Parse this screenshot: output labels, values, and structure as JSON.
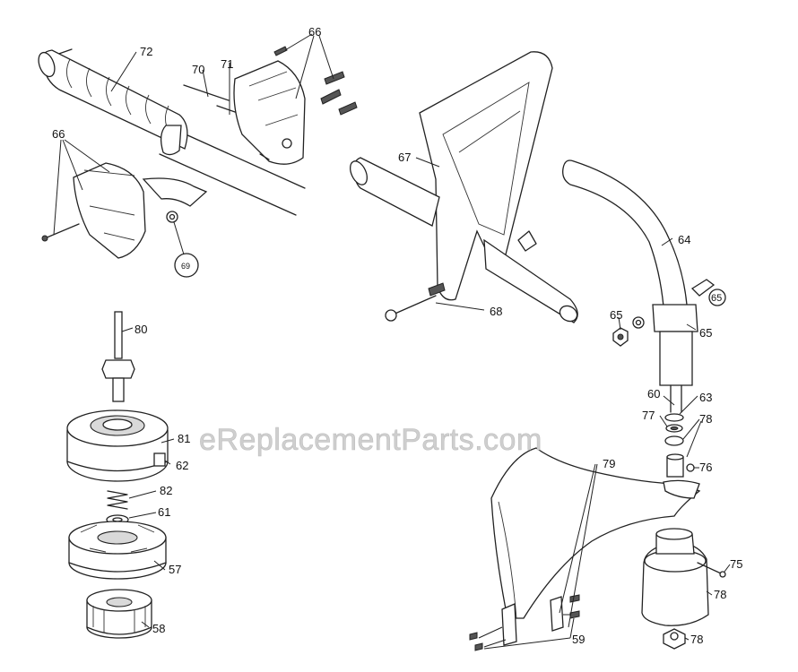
{
  "watermark": "eReplacementParts.com",
  "labels": {
    "p72": "72",
    "p70": "70",
    "p71": "71",
    "p66a": "66",
    "p66b": "66",
    "p69": "69",
    "p67": "67",
    "p64": "64",
    "p68": "68",
    "p65a": "65",
    "p65b": "65",
    "p65c": "65",
    "p80": "80",
    "p81": "81",
    "p62": "62",
    "p82": "82",
    "p61": "61",
    "p57": "57",
    "p58": "58",
    "p60": "60",
    "p63": "63",
    "p77": "77",
    "p78a": "78",
    "p76": "76",
    "p79": "79",
    "p75": "75",
    "p78b": "78",
    "p59": "59",
    "p78c": "78"
  }
}
